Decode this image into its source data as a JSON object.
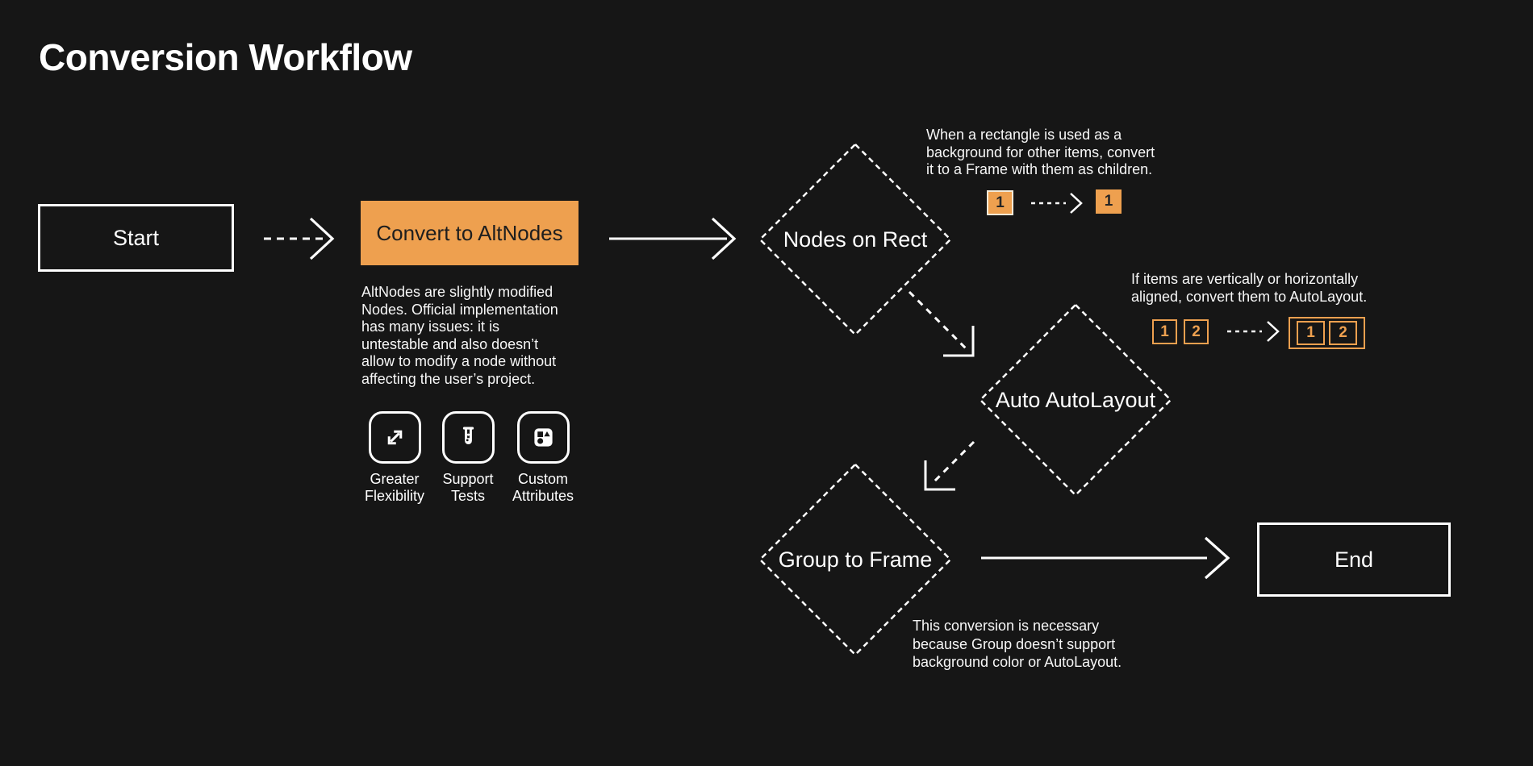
{
  "colors": {
    "background": "#161616",
    "accent_orange": "#eea04f",
    "line_white": "#ffffff",
    "dark_text_on_orange": "#1e1e1e",
    "rect_tag_border": "#f3ead9"
  },
  "header": {
    "title": "Conversion Workflow"
  },
  "nodes": {
    "start": {
      "label": "Start"
    },
    "convert": {
      "label": "Convert to AltNodes"
    },
    "nodes_on_rect": {
      "label": "Nodes on Rect"
    },
    "auto_autolayout": {
      "label": "Auto AutoLayout"
    },
    "group_to_frame": {
      "label": "Group to Frame"
    },
    "end": {
      "label": "End"
    }
  },
  "altnodes_note": {
    "text": "AltNodes are slightly modified\nNodes. Official implementation\nhas many issues: it is\nuntestable and also doesn’t\nallow to modify a node without\naffecting the user’s project."
  },
  "features": [
    {
      "icon": "expand-diagonal-icon",
      "label": "Greater\nFlexibility"
    },
    {
      "icon": "test-tube-icon",
      "label": "Support\nTests"
    },
    {
      "icon": "shapes-icon",
      "label": "Custom\nAttributes"
    }
  ],
  "hints": {
    "rect_to_frame": {
      "text": "When a rectangle is used as a\nbackground for other items, convert\nit to a Frame with them as children.",
      "before": "1",
      "after": "1"
    },
    "auto_layout": {
      "text": "If items are vertically or horizontally\naligned, convert them to AutoLayout.",
      "before": [
        "1",
        "2"
      ],
      "after": [
        "1",
        "2"
      ]
    },
    "group_conversion": {
      "text": "This conversion is necessary\nbecause Group doesn’t support\nbackground color or AutoLayout."
    }
  }
}
